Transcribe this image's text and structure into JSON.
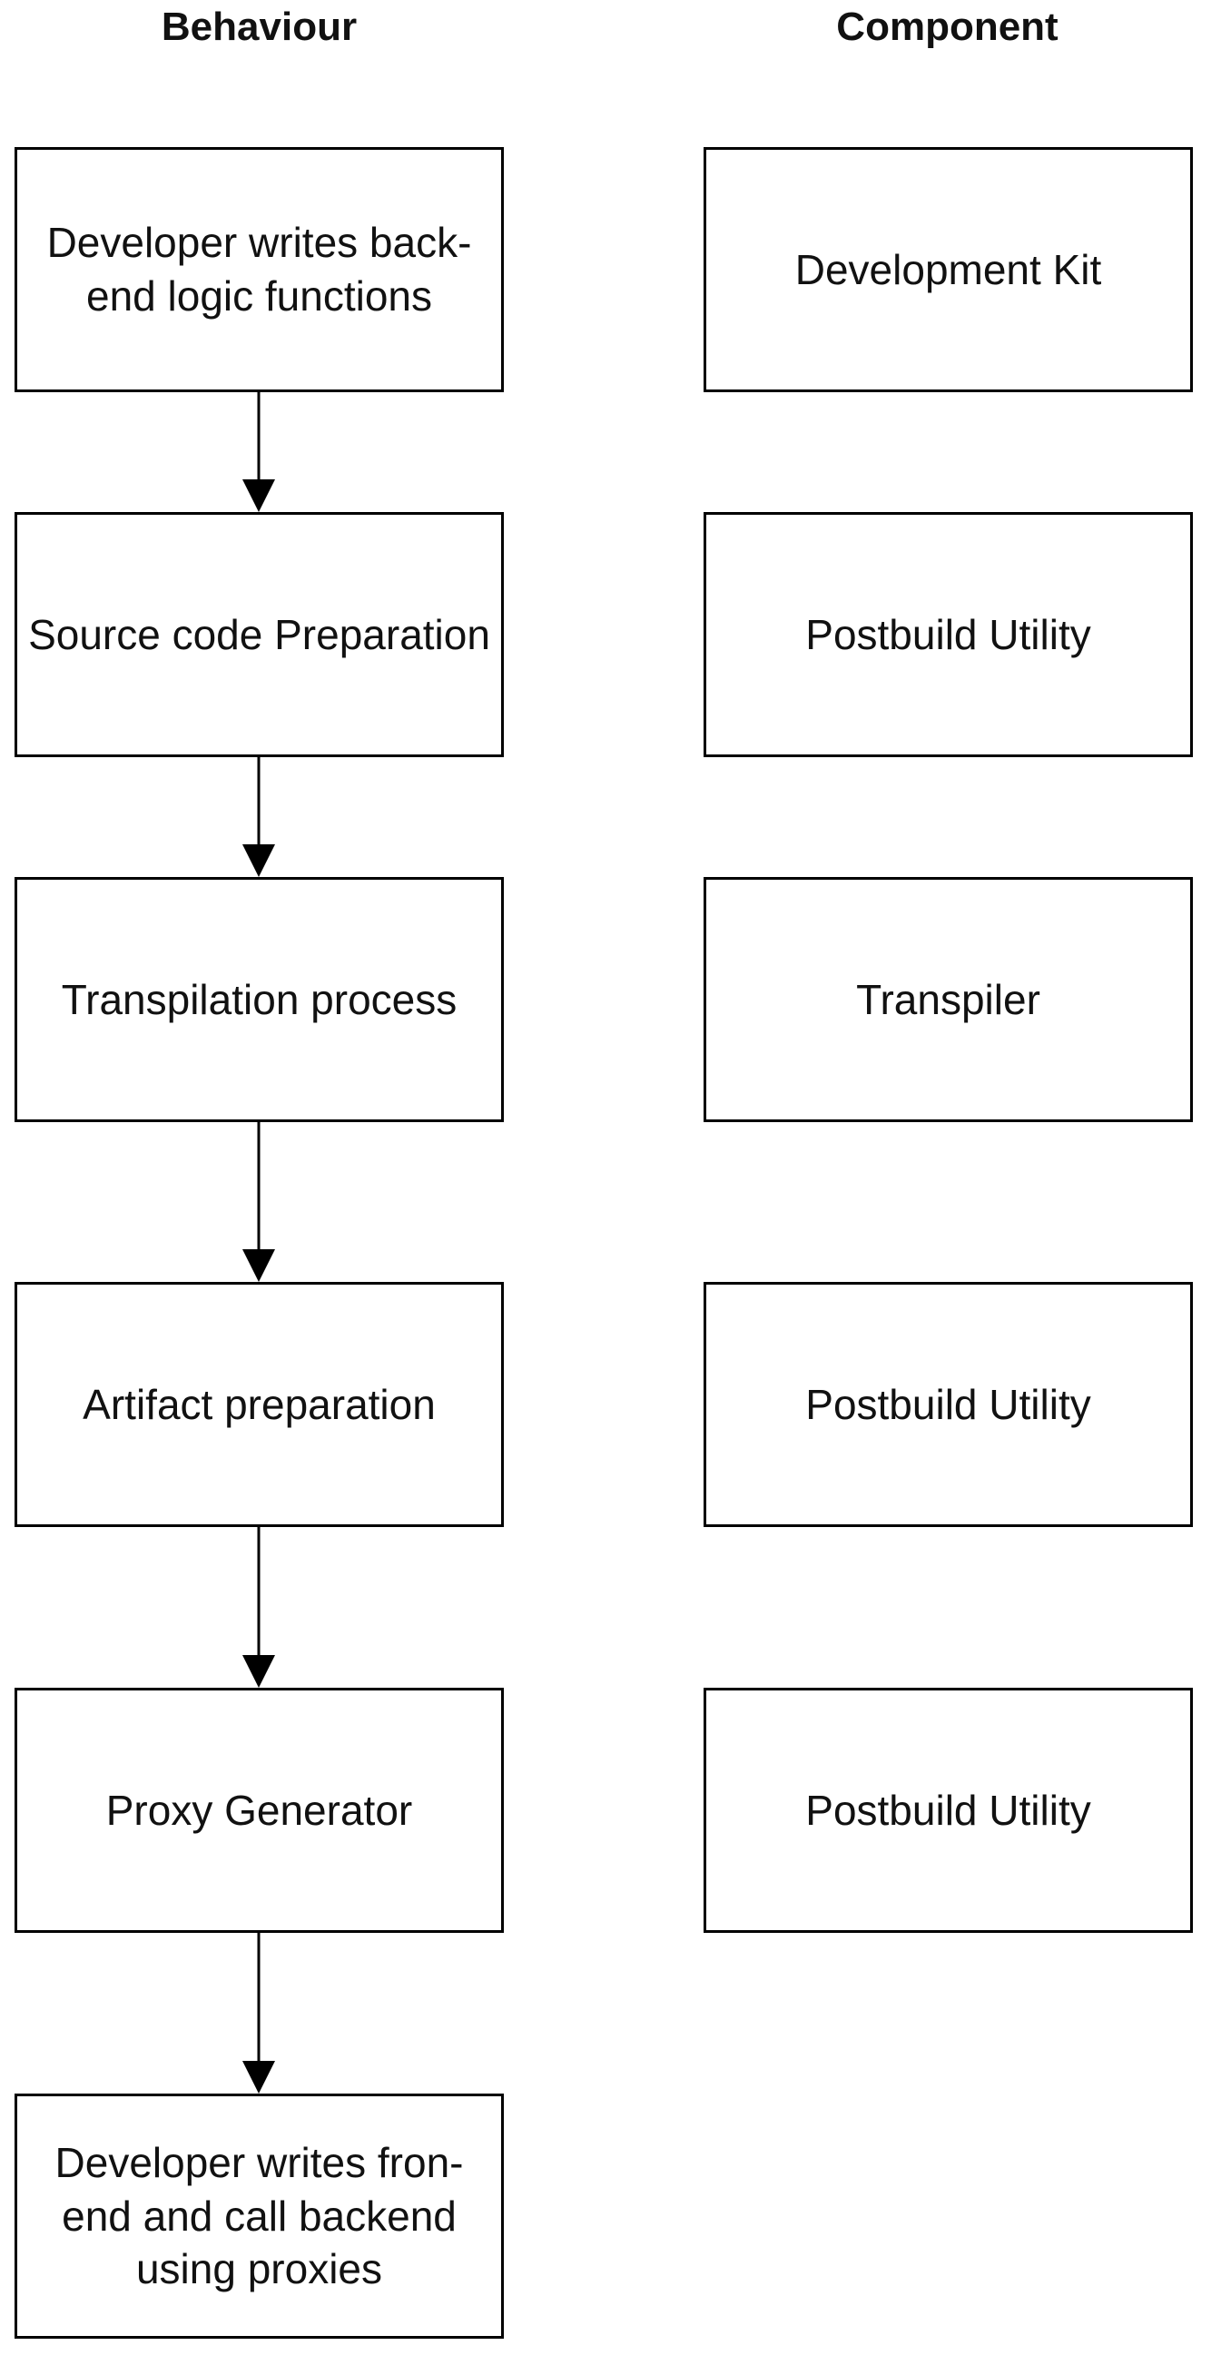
{
  "columns": {
    "behaviour": "Behaviour",
    "component": "Component"
  },
  "behaviour_steps": [
    "Developer writes back-end logic functions",
    "Source code Preparation",
    "Transpilation process",
    "Artifact preparation",
    "Proxy Generator",
    "Developer writes fron-end and call backend using proxies"
  ],
  "components": [
    "Development Kit",
    "Postbuild Utility",
    "Transpiler",
    "Postbuild Utility",
    "Postbuild Utility"
  ],
  "colors": {
    "stroke": "#000000",
    "background": "#ffffff",
    "text": "#111111"
  }
}
